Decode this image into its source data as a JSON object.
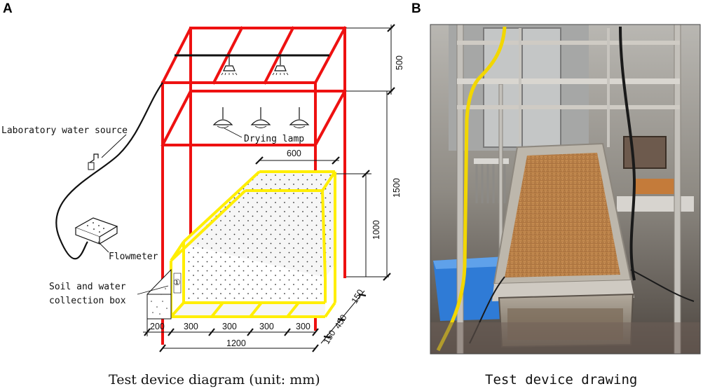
{
  "panels": {
    "a": {
      "letter": "A",
      "caption": "Test device diagram (unit: mm)"
    },
    "b": {
      "letter": "B",
      "caption": "Test device drawing"
    }
  },
  "labels": {
    "water_source": "Laboratory water source",
    "drying_lamp": "Drying lamp",
    "flowmeter": "Flowmeter",
    "collection_box_line1": "Soil and water",
    "collection_box_line2": "collection box",
    "marker": "①"
  },
  "dimensions": {
    "top": "600",
    "frame_upper": "500",
    "frame_total": "1500",
    "box_height": "1000",
    "collection_box": "200",
    "segments": [
      "300",
      "300",
      "300",
      "300"
    ],
    "total_length": "1200",
    "side_a": "150",
    "side_b": "450",
    "side_c": "150"
  },
  "colors": {
    "frame": "#ee1111",
    "tank": "#ffee00"
  }
}
